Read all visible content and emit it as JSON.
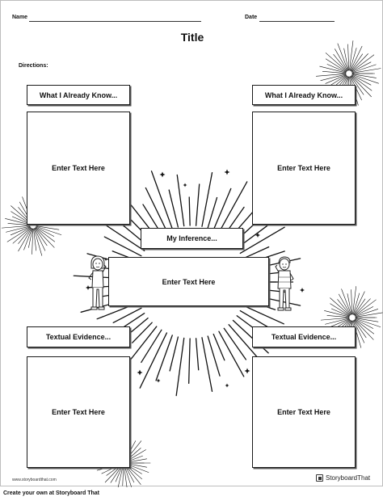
{
  "header": {
    "name_label": "Name",
    "date_label": "Date"
  },
  "title": "Title",
  "directions_label": "Directions:",
  "boxes": {
    "top_left_label": "What I Already Know...",
    "top_right_label": "What I Already Know...",
    "center_label": "My Inference...",
    "bottom_left_label": "Textual Evidence...",
    "bottom_right_label": "Textual Evidence...",
    "top_left_text": "Enter Text Here",
    "top_right_text": "Enter Text Here",
    "center_text": "Enter Text Here",
    "bottom_left_text": "Enter Text Here",
    "bottom_right_text": "Enter Text Here"
  },
  "watermark_url": "www.storyboardthat.com",
  "logo_text": "StoryboardThat",
  "footer_text": "Create your own at Storyboard That"
}
